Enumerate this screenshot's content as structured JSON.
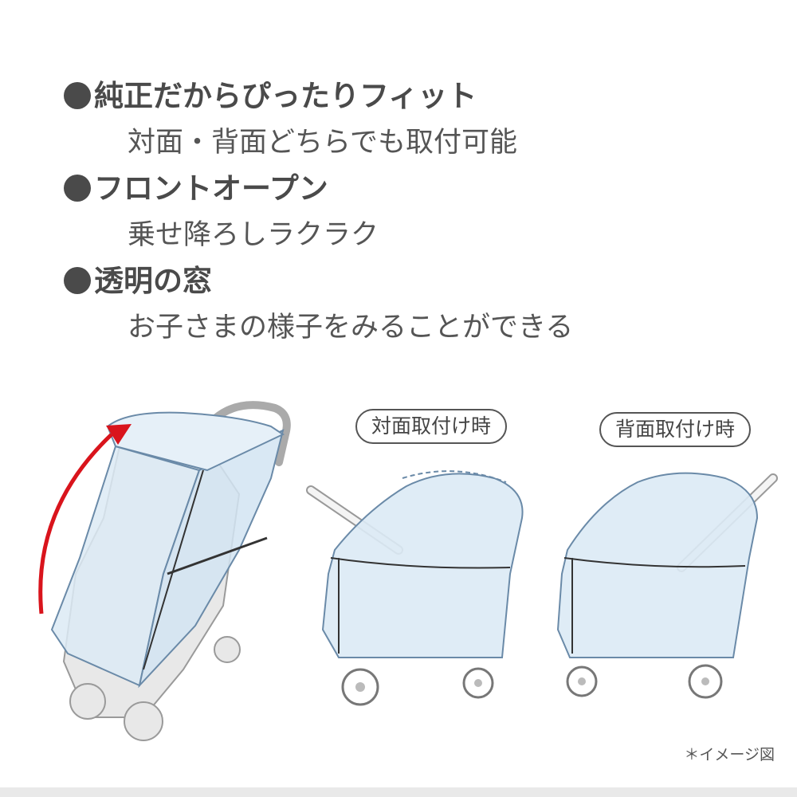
{
  "features": [
    {
      "heading": "純正だからぴったりフィット",
      "sub": "対面・背面どちらでも取付可能"
    },
    {
      "heading": "フロントオープン",
      "sub": "乗せ降ろしラクラク"
    },
    {
      "heading": "透明の窓",
      "sub": "お子さまの様子をみることができる"
    }
  ],
  "labels": {
    "front_facing": "対面取付け時",
    "back_facing": "背面取付け時"
  },
  "note": "＊イメージ図",
  "colors": {
    "text": "#555555",
    "cover": "#dceaf5",
    "cover_edge": "#6a8aa8",
    "arrow": "#d9141c",
    "stroller": "#e8e8e8"
  }
}
